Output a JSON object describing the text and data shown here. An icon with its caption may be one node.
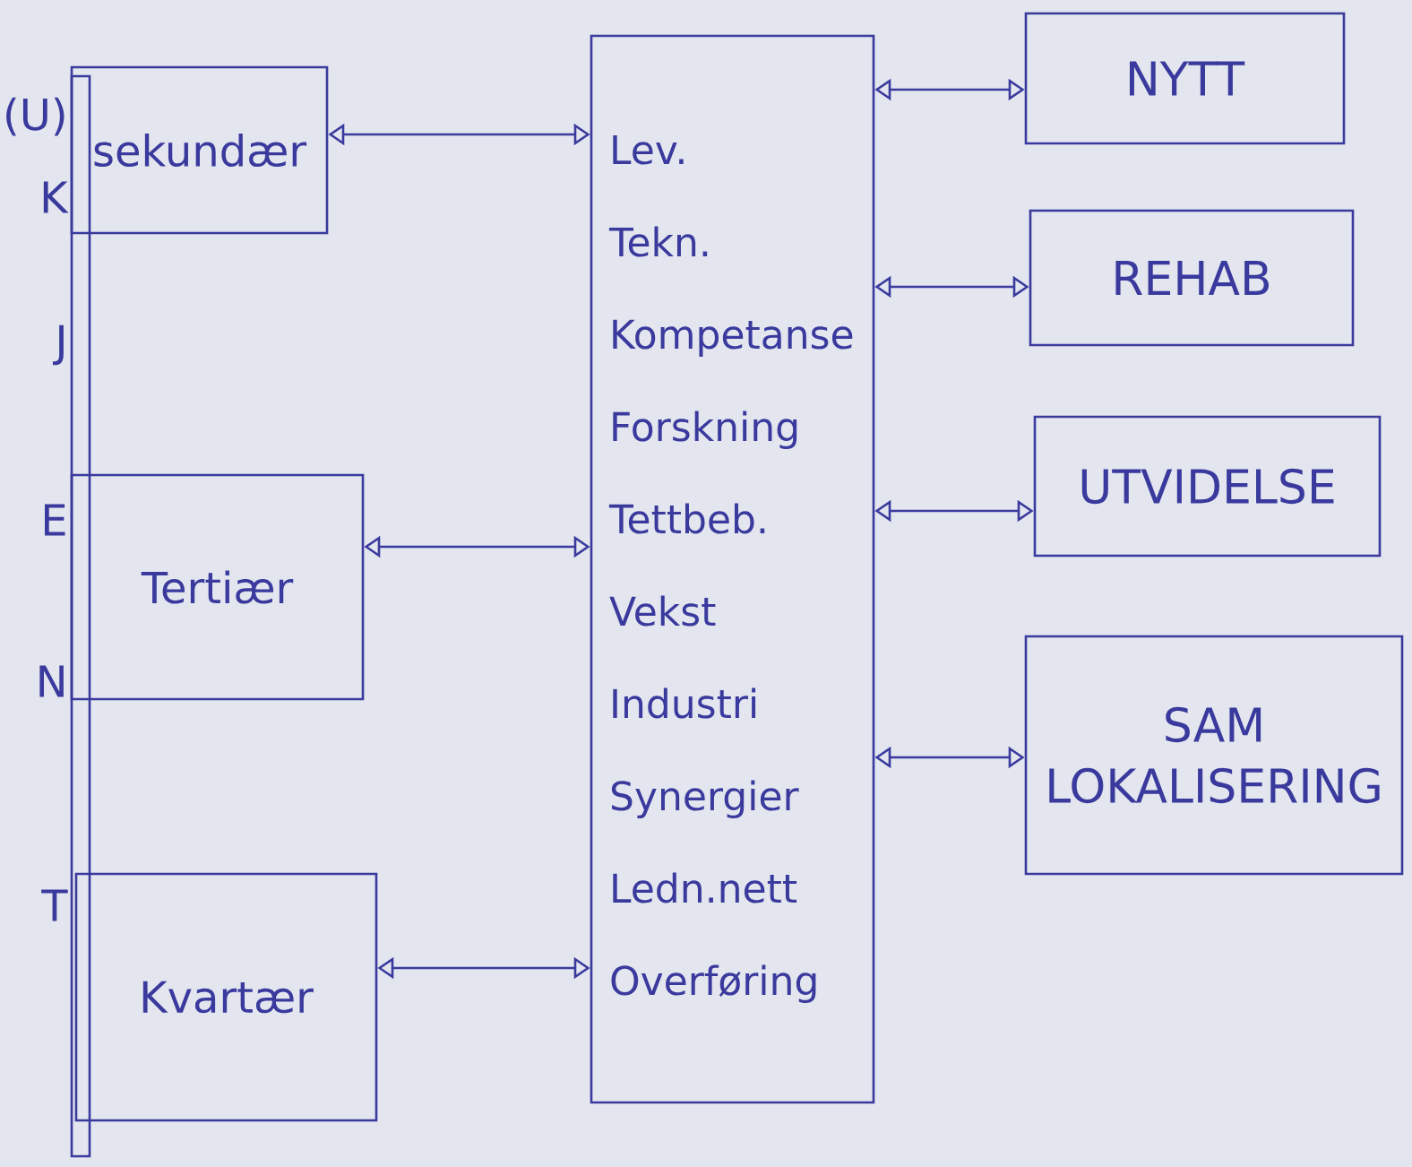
{
  "diagram": {
    "nodes": [
      {
        "text": [
          "(U)",
          "K",
          "J",
          "E",
          "N",
          "T"
        ]
      },
      {
        "text": [
          "sekundær"
        ]
      },
      {
        "text": [
          "Tertiær"
        ]
      },
      {
        "text": [
          "Kvartær"
        ]
      },
      {
        "text": [
          "Lev.",
          "Tekn.",
          "Kompetanse",
          "Forskning",
          "Tettbeb.",
          "Vekst",
          "Industri",
          "Synergier",
          "Ledn.nett",
          "Overføring"
        ]
      },
      {
        "text": [
          "NYTT"
        ]
      },
      {
        "text": [
          "REHAB"
        ]
      },
      {
        "text": [
          "UTVIDELSE"
        ]
      },
      {
        "text": [
          "SAM LOKALISERING"
        ]
      }
    ],
    "edges": [
      {
        "from": 1,
        "to": 4,
        "arrow": "both"
      },
      {
        "from": 2,
        "to": 4,
        "arrow": "both"
      },
      {
        "from": 3,
        "to": 4,
        "arrow": "both"
      },
      {
        "from": 4,
        "to": 5,
        "arrow": "both"
      },
      {
        "from": 4,
        "to": 6,
        "arrow": "both"
      },
      {
        "from": 4,
        "to": 7,
        "arrow": "both"
      },
      {
        "from": 4,
        "to": 8,
        "arrow": "both"
      }
    ]
  }
}
